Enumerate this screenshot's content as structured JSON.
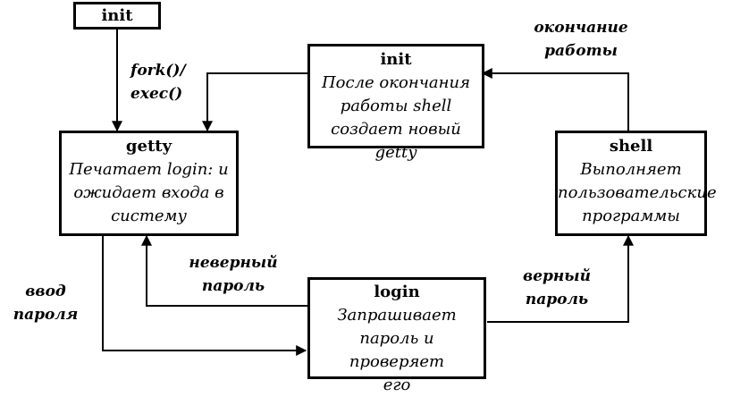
{
  "nodes": {
    "init_top": {
      "title": "init"
    },
    "init_mid": {
      "title": "init",
      "lines": [
        "После окончания",
        "работы shell",
        "создает новый getty"
      ]
    },
    "getty": {
      "title": "getty",
      "lines": [
        "Печатает login: и",
        "ожидает входа в",
        "систему"
      ]
    },
    "shell": {
      "title": "shell",
      "lines": [
        "Выполняет",
        "пользовательские",
        "программы"
      ]
    },
    "login": {
      "title": "login",
      "lines": [
        "Запрашивает",
        "пароль и проверяет",
        "его"
      ]
    }
  },
  "edges": {
    "fork_exec": [
      "fork()/",
      "exec()"
    ],
    "end_work": [
      "окончание",
      "работы"
    ],
    "wrong_pass": [
      "неверный",
      "пароль"
    ],
    "right_pass": [
      "верный",
      "пароль"
    ],
    "enter_pass": [
      "ввод",
      "пароля"
    ]
  }
}
